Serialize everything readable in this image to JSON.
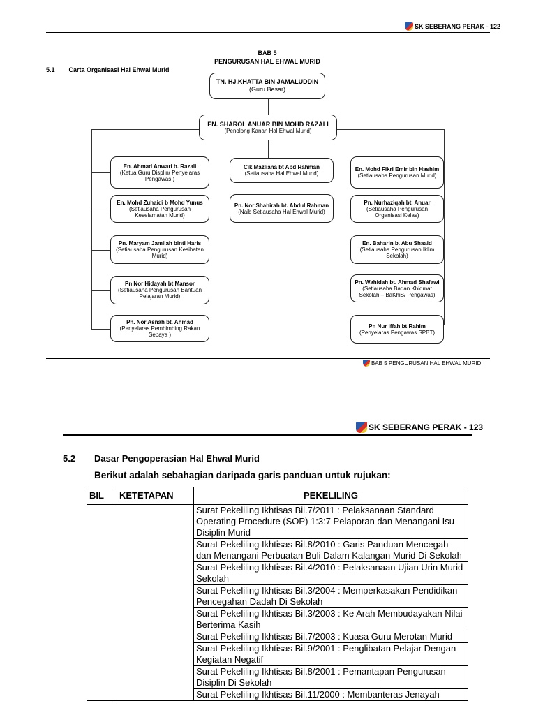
{
  "page1": {
    "header": "SK SEBERANG PERAK - 122",
    "chapter": "BAB 5",
    "chapter_title": "PENGURUSAN HAL EHWAL MURID",
    "section_no": "5.1",
    "section_title": "Carta Organisasi Hal Ehwal Murid",
    "head": {
      "name": "TN. HJ.KHATTA BIN JAMALUDDIN",
      "role": "(Guru Besar)"
    },
    "deputy": {
      "name": "EN. SHAROL ANUAR BIN MOHD RAZALI",
      "role": "(Penolong Kanan Hal Ehwal Murid)"
    },
    "left": [
      {
        "name": "En. Ahmad Anwari b. Razali",
        "role": "(Ketua Guru Displin/ Penyelaras Pengawas )"
      },
      {
        "name": "En. Mohd Zuhaidi b Mohd Yunus",
        "role": "(Setiausaha Pengurusan Keselamatan Murid)"
      },
      {
        "name": "Pn. Maryam Jamilah binti Haris",
        "role": "(Setiausaha Pengurusan Kesihatan Murid)"
      },
      {
        "name": "Pn Nor Hidayah bt Mansor",
        "role": "(Setiausaha Pengurusan Bantuan Pelajaran Murid)"
      },
      {
        "name": "Pn. Nor Asnah bt. Ahmad",
        "role": "(Penyelaras Pembimbing Rakan Sebaya )"
      }
    ],
    "center": [
      {
        "name": "Cik Mazliana bt Abd Rahman",
        "role": "(Setiausaha Hal Ehwal Murid)"
      },
      {
        "name": "Pn. Nor Shahirah  bt. Abdul Rahman",
        "role": "(Naib Setiausaha Hal Ehwal Murid)"
      }
    ],
    "right": [
      {
        "name": "En. Mohd Fikri Emir bin Hashim",
        "role": "(Setiausaha Pengurusan Murid)"
      },
      {
        "name": "Pn. Nurhaziqah bt. Anuar",
        "role": "(Setiausaha Pengurusan Organisasi Kelas)"
      },
      {
        "name": "En. Baharin b. Abu Shaaid",
        "role": "(Setiausaha Pengurusan Iklim Sekolah)"
      },
      {
        "name": "Pn. Wahidah  bt. Ahmad Shafawi",
        "role": "(Setiausaha Badan Khidmat Sekolah – BaKhiS/ Pengawas)"
      },
      {
        "name": "Pn Nur Iffah bt Rahim",
        "role": "(Penyelaras Pengawas SPBT)"
      }
    ],
    "footer": "BAB 5 PENGURUSAN HAL EHWAL MURID"
  },
  "page2": {
    "header": "SK SEBERANG PERAK - 123",
    "section_no": "5.2",
    "section_title": "Dasar Pengoperasian Hal Ehwal Murid",
    "intro": "Berikut adalah sebahagian daripada garis panduan untuk rujukan:",
    "table": {
      "headers": [
        "BIL",
        "KETETAPAN",
        "PEKELILING"
      ],
      "rows": [
        "Surat Pekeliling Ikhtisas Bil.7/2011 : Pelaksanaan Standard Operating Procedure (SOP) 1:3:7 Pelaporan dan Menangani Isu Disiplin Murid",
        "Surat Pekeliling Ikhtisas Bil.8/2010 : Garis Panduan Mencegah dan Menangani Perbuatan Buli Dalam Kalangan Murid Di Sekolah",
        "Surat Pekeliling Ikhtisas Bil.4/2010 : Pelaksanaan Ujian Urin Murid Sekolah",
        "Surat Pekeliling Ikhtisas Bil.3/2004 : Memperkasakan Pendidikan Pencegahan Dadah Di Sekolah",
        "Surat Pekeliling Ikhtisas Bil.3/2003 : Ke Arah Membudayakan Nilai Berterima Kasih",
        "Surat Pekeliling Ikhtisas Bil.7/2003 : Kuasa Guru Merotan Murid",
        "Surat Pekeliling Ikhtisas Bil.9/2001 : Penglibatan Pelajar Dengan Kegiatan Negatif",
        "Surat Pekeliling Ikhtisas Bil.8/2001 : Pemantapan Pengurusan Disiplin Di Sekolah",
        "Surat Pekeliling Ikhtisas Bil.11/2000 : Membanteras Jenayah"
      ]
    }
  }
}
